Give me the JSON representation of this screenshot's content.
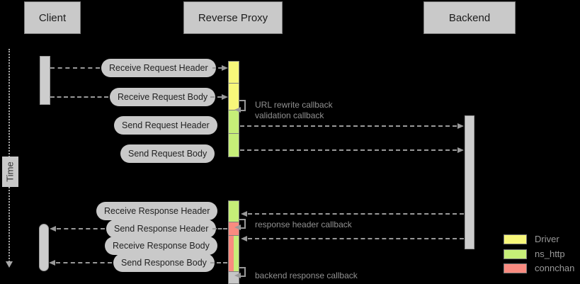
{
  "participants": [
    {
      "label": "Client"
    },
    {
      "label": "Reverse Proxy"
    },
    {
      "label": "Backend"
    }
  ],
  "time_axis": {
    "label": "Time"
  },
  "messages": [
    {
      "label": "Receive Request Header",
      "from": "Client",
      "to": "Reverse Proxy"
    },
    {
      "label": "Receive Request Body",
      "from": "Client",
      "to": "Reverse Proxy"
    },
    {
      "label": "Send Request Header",
      "from": "Reverse Proxy",
      "to": "Backend"
    },
    {
      "label": "Send Request Body",
      "from": "Reverse Proxy",
      "to": "Backend"
    },
    {
      "label": "Receive Response Header",
      "from": "Backend",
      "to": "Reverse Proxy"
    },
    {
      "label": "Send Response Header",
      "from": "Reverse Proxy",
      "to": "Client"
    },
    {
      "label": "Receive Response Body",
      "from": "Backend",
      "to": "Reverse Proxy"
    },
    {
      "label": "Send Response Body",
      "from": "Reverse Proxy",
      "to": "Client"
    }
  ],
  "callbacks": [
    {
      "label": "URL rewrite callback"
    },
    {
      "label": "validation callback"
    },
    {
      "label": "response header callback"
    },
    {
      "label": "backend response callback"
    }
  ],
  "legend": {
    "items": [
      {
        "label": "Driver",
        "color": "#f7f77a"
      },
      {
        "label": "ns_http",
        "color": "#c6ee78"
      },
      {
        "label": "connchan",
        "color": "#f98b80"
      }
    ]
  },
  "colors": {
    "background": "#000000",
    "driver": "#f7f77a",
    "ns_http": "#c6ee78",
    "connchan": "#f98b80",
    "inactive_gray": "#c6c6c6",
    "box_fill": "#c9c9c9",
    "arrow": "#999999"
  }
}
